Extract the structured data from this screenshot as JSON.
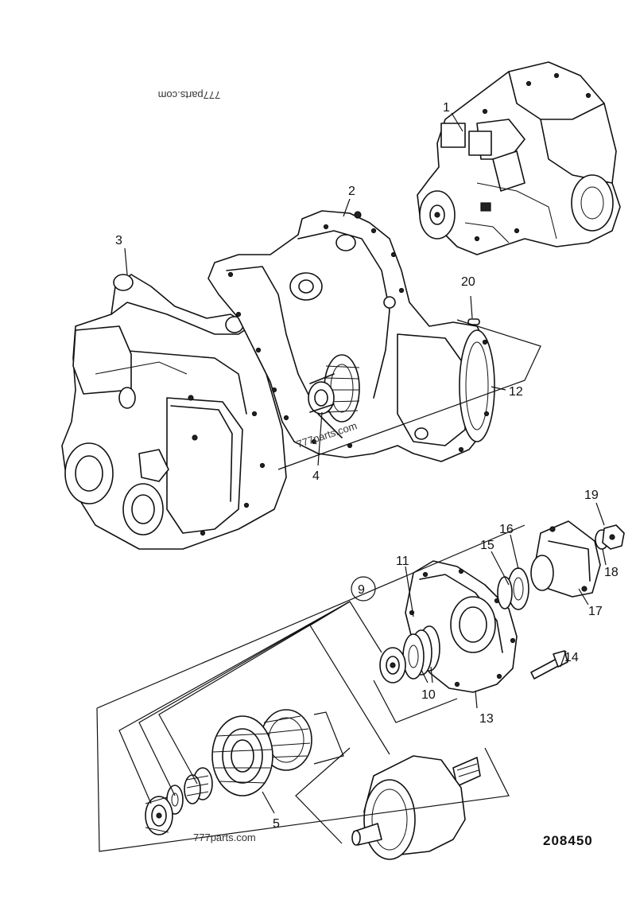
{
  "watermarks": {
    "top_mirrored": "777parts.com",
    "center": "777parts.com",
    "bottom": "777parts.com"
  },
  "drawing_number": "208450",
  "callouts": {
    "c1": "1",
    "c2": "2",
    "c3": "3",
    "c4": "4",
    "c5": "5",
    "c9": "9",
    "c10": "10",
    "c11": "11",
    "c12": "12",
    "c13": "13",
    "c14": "14",
    "c15": "15",
    "c16": "16",
    "c17": "17",
    "c18": "18",
    "c19": "19",
    "c20": "20"
  }
}
